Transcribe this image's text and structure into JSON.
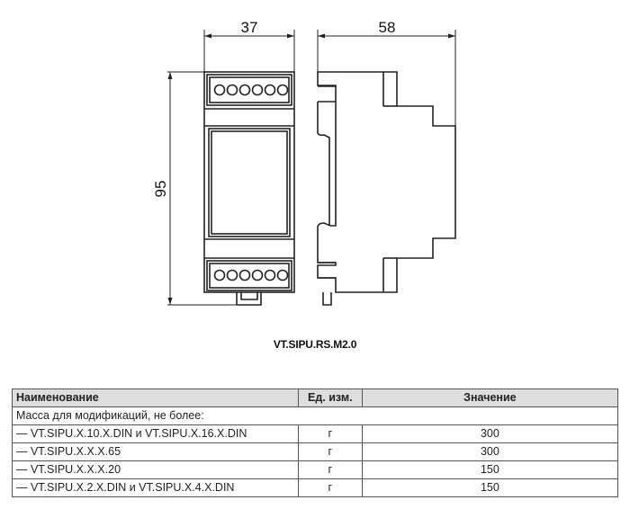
{
  "drawing": {
    "dimensions": {
      "width": "37",
      "depth": "58",
      "height": "95"
    },
    "front_view": {
      "terminal_count_top": 6,
      "terminal_count_bottom": 6
    }
  },
  "caption": "VT.SIPU.RS.M2.0",
  "table": {
    "headers": {
      "name": "Наименование",
      "unit": "Ед. изм.",
      "value": "Значение"
    },
    "group_label": "Масса для модификаций, не более:",
    "rows": [
      {
        "name": "— VT.SIPU.X.10.X.DIN и VT.SIPU.X.16.X.DIN",
        "unit": "г",
        "value": "300"
      },
      {
        "name": "— VT.SIPU.X.X.X.65",
        "unit": "г",
        "value": "300"
      },
      {
        "name": "— VT.SIPU.X.X.X.20",
        "unit": "г",
        "value": "150"
      },
      {
        "name": "— VT.SIPU.X.2.X.DIN и VT.SIPU.X.4.X.DIN",
        "unit": "г",
        "value": "150"
      }
    ]
  }
}
